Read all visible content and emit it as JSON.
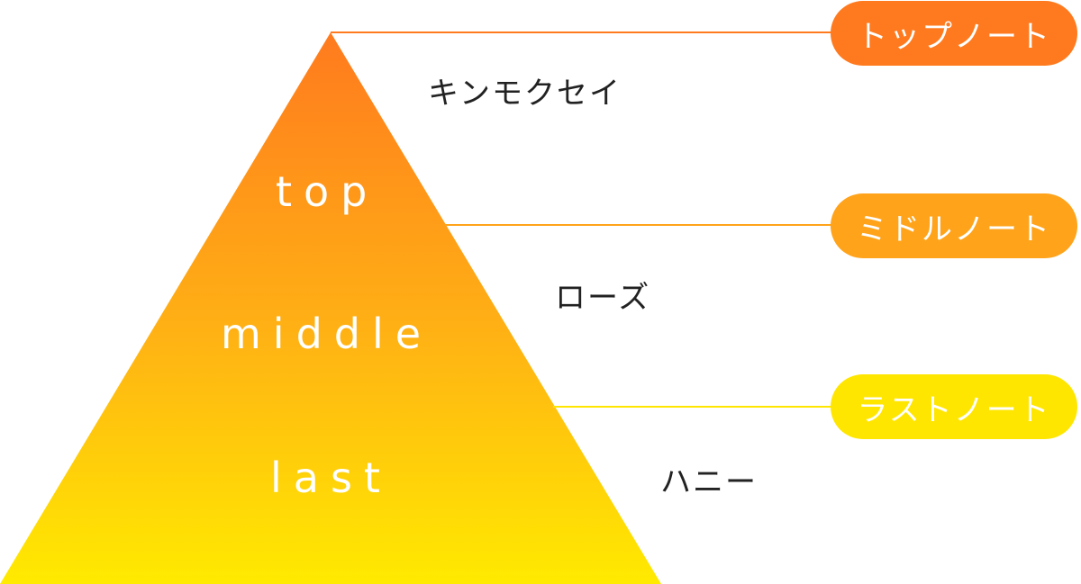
{
  "colors": {
    "top": "#ff7a1e",
    "middle": "#ffa31a",
    "last": "#ffe600",
    "gradient_start": "#ff7a1e",
    "gradient_end": "#ffea00",
    "tier_text": "#ffffff",
    "ingredient_text": "#222222"
  },
  "pyramid": {
    "tiers": [
      {
        "label": "top"
      },
      {
        "label": "middle"
      },
      {
        "label": "last"
      }
    ]
  },
  "notes": [
    {
      "badge": "トップノート",
      "ingredient": "キンモクセイ"
    },
    {
      "badge": "ミドルノート",
      "ingredient": "ローズ"
    },
    {
      "badge": "ラストノート",
      "ingredient": "ハニー"
    }
  ]
}
